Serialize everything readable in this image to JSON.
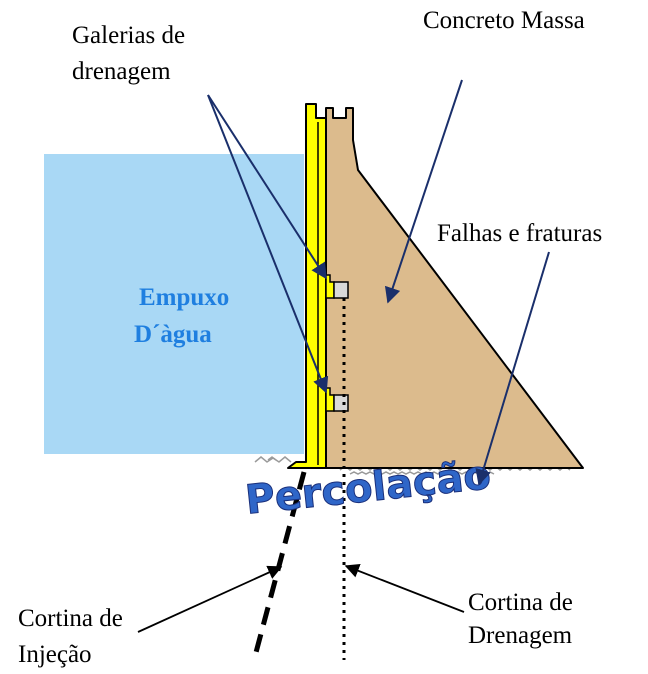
{
  "labels": {
    "galerias_line1": "Galerias de",
    "galerias_line2": "drenagem",
    "concreto": "Concreto Massa",
    "falhas": "Falhas e fraturas",
    "empuxo_line1": "Empuxo",
    "empuxo_line2": "D´àgua",
    "percolacao": "Percolação",
    "cortina_injecao_line1": "Cortina de",
    "cortina_injecao_line2": "Injeção",
    "cortina_drenagem_line1": "Cortina de",
    "cortina_drenagem_line2": "Drenagem"
  },
  "colors": {
    "water": "#a9d8f5",
    "concrete": "#dcbb8d",
    "membrane": "#ffff00",
    "water_text": "#1f7fe0",
    "percolation_fill": "#2f66c8",
    "percolation_stroke": "#1a2f7a",
    "arrow_blue": "#1a2f6b"
  }
}
